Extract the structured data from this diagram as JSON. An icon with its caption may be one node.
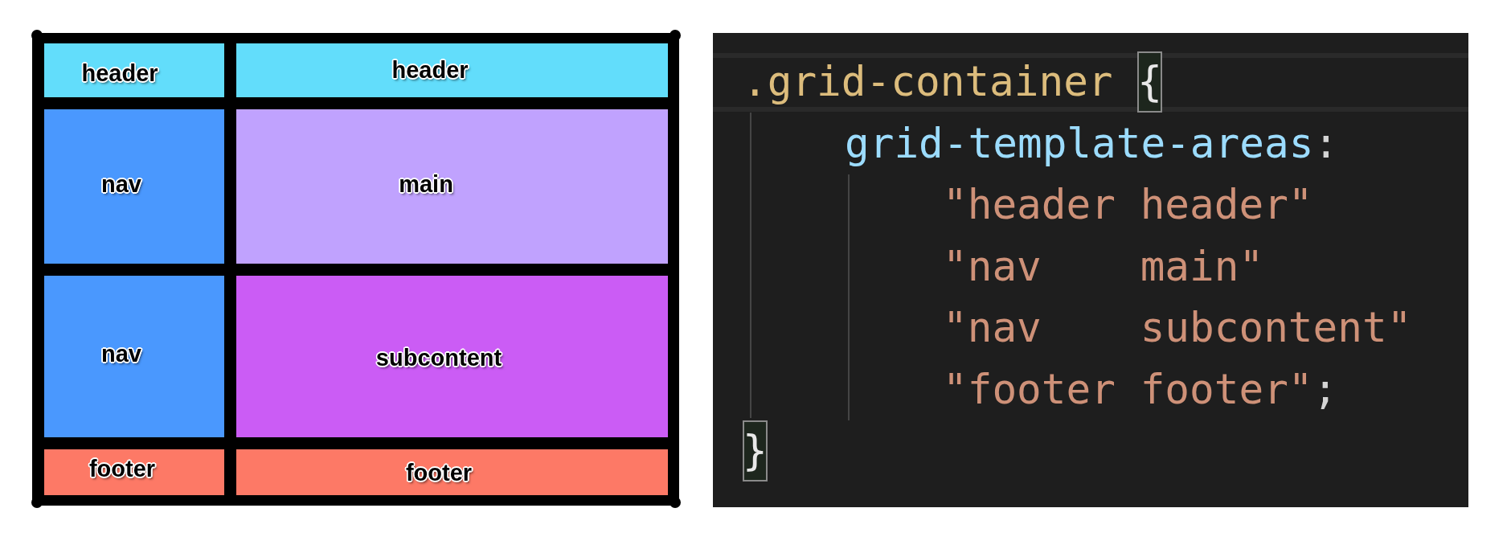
{
  "diagram": {
    "nodes": [
      {
        "text": [
          "header"
        ]
      },
      {
        "text": [
          "header"
        ]
      },
      {
        "text": [
          "nav"
        ]
      },
      {
        "text": [
          "main"
        ]
      },
      {
        "text": [
          "nav"
        ]
      },
      {
        "text": [
          "subcontent"
        ]
      },
      {
        "text": [
          "footer"
        ]
      },
      {
        "text": [
          "footer"
        ]
      },
      {
        "text": [
          ".grid-container {",
          "grid-template-areas:",
          "\"header header\"",
          "\"nav    main\"",
          "\"nav    subcontent\"",
          "\"footer footer\";",
          "}"
        ]
      }
    ]
  }
}
